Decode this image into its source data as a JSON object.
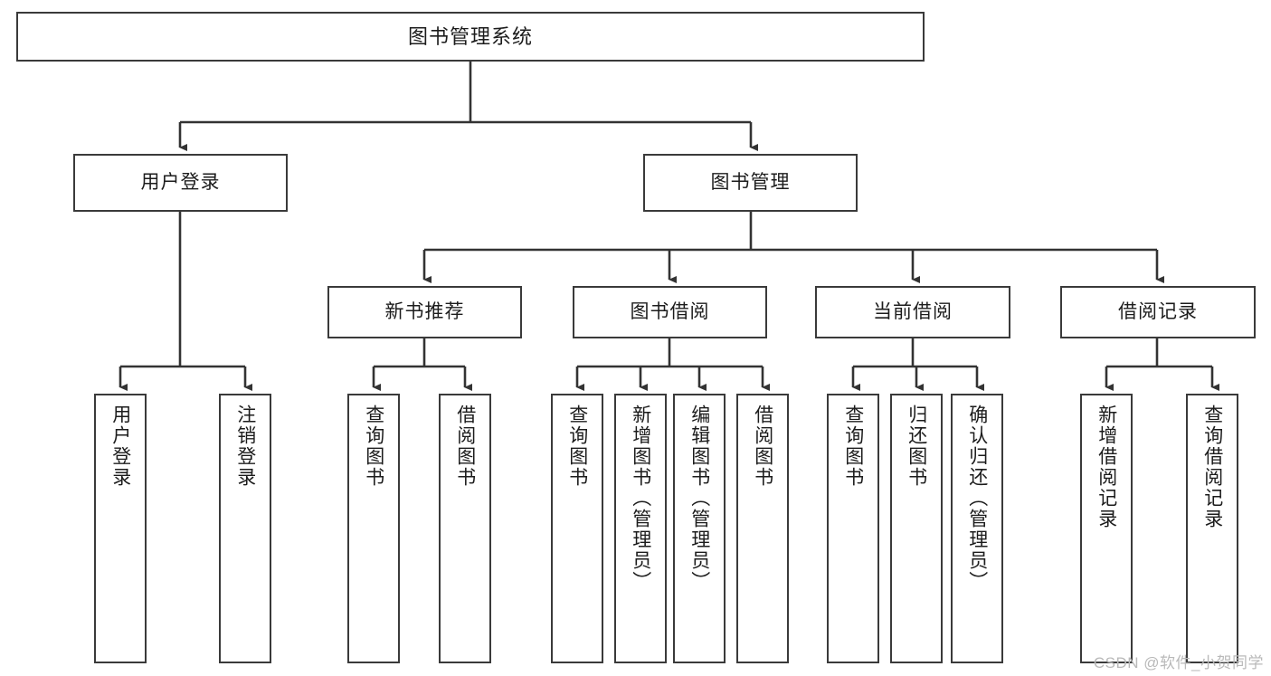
{
  "diagram": {
    "title": "图书管理系统",
    "type": "tree",
    "orientation": "top-down",
    "colors": {
      "box_border": "#3a3a3a",
      "box_fill": "#ffffff",
      "connector": "#333333",
      "text": "#1c1c1c",
      "watermark": "#b9b9b9"
    },
    "levels": {
      "root": {
        "label": "图书管理系统"
      },
      "level2": [
        {
          "id": "user-login",
          "label": "用户登录"
        },
        {
          "id": "book-management",
          "label": "图书管理"
        }
      ],
      "level3": [
        {
          "id": "new-book-recommend",
          "label": "新书推荐",
          "parent": "book-management"
        },
        {
          "id": "book-borrow",
          "label": "图书借阅",
          "parent": "book-management"
        },
        {
          "id": "current-borrow",
          "label": "当前借阅",
          "parent": "book-management"
        },
        {
          "id": "borrow-record",
          "label": "借阅记录",
          "parent": "book-management"
        }
      ],
      "leaves": [
        {
          "id": "leaf-user-login",
          "label": "用户登录",
          "parent": "user-login"
        },
        {
          "id": "leaf-user-logout",
          "label": "注销登录",
          "parent": "user-login"
        },
        {
          "id": "leaf-query-book-1",
          "label": "查询图书",
          "parent": "new-book-recommend"
        },
        {
          "id": "leaf-borrow-book-1",
          "label": "借阅图书",
          "parent": "new-book-recommend"
        },
        {
          "id": "leaf-query-book-2",
          "label": "查询图书",
          "parent": "book-borrow"
        },
        {
          "id": "leaf-add-book",
          "label": "新增图书（管理员）",
          "parent": "book-borrow"
        },
        {
          "id": "leaf-edit-book",
          "label": "编辑图书（管理员）",
          "parent": "book-borrow"
        },
        {
          "id": "leaf-borrow-book-2",
          "label": "借阅图书",
          "parent": "book-borrow"
        },
        {
          "id": "leaf-query-book-3",
          "label": "查询图书",
          "parent": "current-borrow"
        },
        {
          "id": "leaf-return-book",
          "label": "归还图书",
          "parent": "current-borrow"
        },
        {
          "id": "leaf-confirm-return",
          "label": "确认归还（管理员）",
          "parent": "current-borrow"
        },
        {
          "id": "leaf-add-record",
          "label": "新增借阅记录",
          "parent": "borrow-record"
        },
        {
          "id": "leaf-query-record",
          "label": "查询借阅记录",
          "parent": "borrow-record"
        }
      ]
    },
    "watermark": "CSDN @软件_小贺同学"
  }
}
